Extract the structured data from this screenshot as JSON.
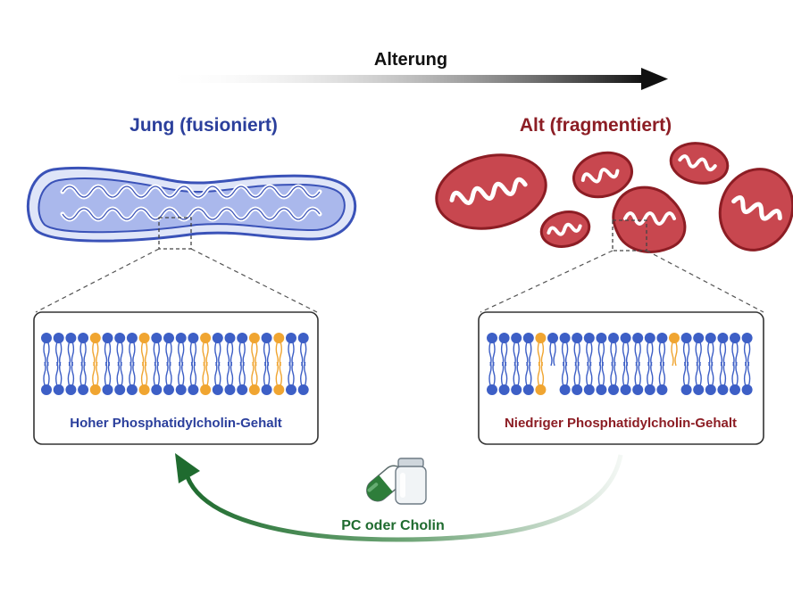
{
  "diagram": {
    "arrow_label": "Alterung",
    "young": {
      "title": "Jung (fusioniert)",
      "membrane_label": "Hoher Phosphatidylcholin-Gehalt",
      "color": "#2b3f9c",
      "fill_color": "#c9d2f3"
    },
    "old": {
      "title": "Alt (fragmentiert)",
      "membrane_label": "Niedriger Phosphatidylcholin-Gehalt",
      "color": "#8c1d24",
      "fill_color": "#c8474f"
    },
    "treatment": {
      "label": "PC oder Cholin",
      "color": "#1f6b2f",
      "icons": [
        "capsule-icon",
        "vial-icon"
      ]
    },
    "lipid_colors": {
      "head": "#3d5fc6",
      "pc_head": "#f0a531",
      "tail": "#3d5fc6",
      "pc_tail": "#f0a531"
    }
  }
}
